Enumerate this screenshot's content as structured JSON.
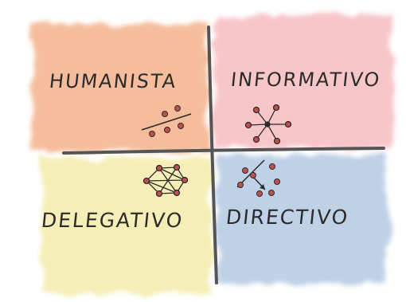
{
  "quadrants": {
    "top_left": {
      "label": "Humanista",
      "color": "#f2a77c"
    },
    "top_right": {
      "label": "Informativo",
      "color": "#f5b3b8"
    },
    "bottom_left": {
      "label": "Delegativo",
      "color": "#f3eaa5"
    },
    "bottom_right": {
      "label": "Directivo",
      "color": "#b3c9e2"
    }
  },
  "icons": {
    "top_left": "split-dots-icon",
    "top_right": "hub-network-icon",
    "bottom_left": "mesh-network-icon",
    "bottom_right": "directed-arrow-icon"
  },
  "colors": {
    "ink": "#2b2b2b",
    "dot": "#c0504d",
    "axis": "#555555"
  }
}
